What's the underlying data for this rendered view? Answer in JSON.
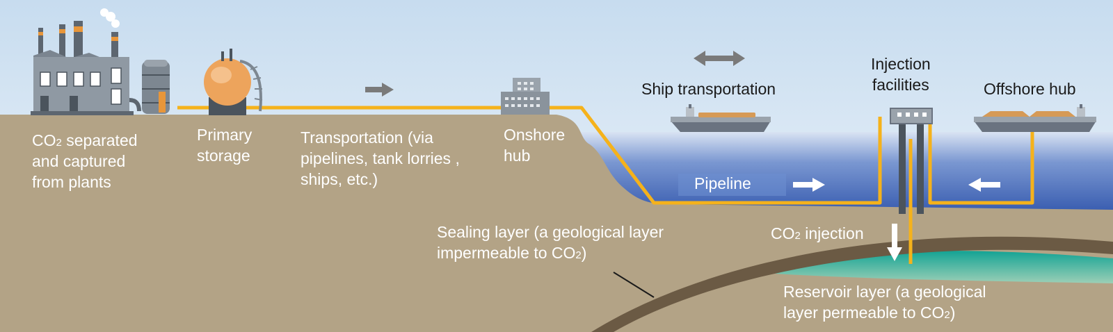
{
  "labels": {
    "captured": {
      "line1_pre": "CO",
      "line1_sub": "2",
      "line1_post": " separated",
      "line2": "and captured",
      "line3": "from plants"
    },
    "primary_storage": {
      "line1": "Primary",
      "line2": "storage"
    },
    "transportation": {
      "line1": "Transportation (via",
      "line2": "pipelines, tank  lorries ,",
      "line3": "ships, etc.)"
    },
    "onshore_hub": {
      "line1": "Onshore",
      "line2": "hub"
    },
    "ship_transportation": "Ship transportation",
    "injection_facilities": {
      "line1": "Injection",
      "line2": "facilities"
    },
    "offshore_hub": "Offshore hub",
    "pipeline": "Pipeline",
    "co2_injection": {
      "pre": "CO",
      "sub": "2",
      "post": " injection"
    },
    "sealing_layer": {
      "line1": "Sealing layer (a geological layer",
      "line2_pre": "impermeable to CO",
      "line2_sub": "2",
      "line2_post": ")"
    },
    "reservoir_layer": {
      "line1": "Reservoir layer (a geological",
      "line2_pre": "layer permeable to CO",
      "line2_sub": "2",
      "line2_post": ")"
    }
  },
  "colors": {
    "sky_top": "#c9def0",
    "ground": "#b3a386",
    "sea": "#3d63b5",
    "pipeline": "#f5b21b",
    "seal": "#6b5a44",
    "reservoir": "#1fa596",
    "arrow_gray": "#7a7a7a"
  },
  "icons": {
    "factory": "factory-icon",
    "tank": "storage-tank-icon",
    "onshore_building": "building-icon",
    "ship": "ship-icon",
    "platform": "offshore-platform-icon"
  }
}
